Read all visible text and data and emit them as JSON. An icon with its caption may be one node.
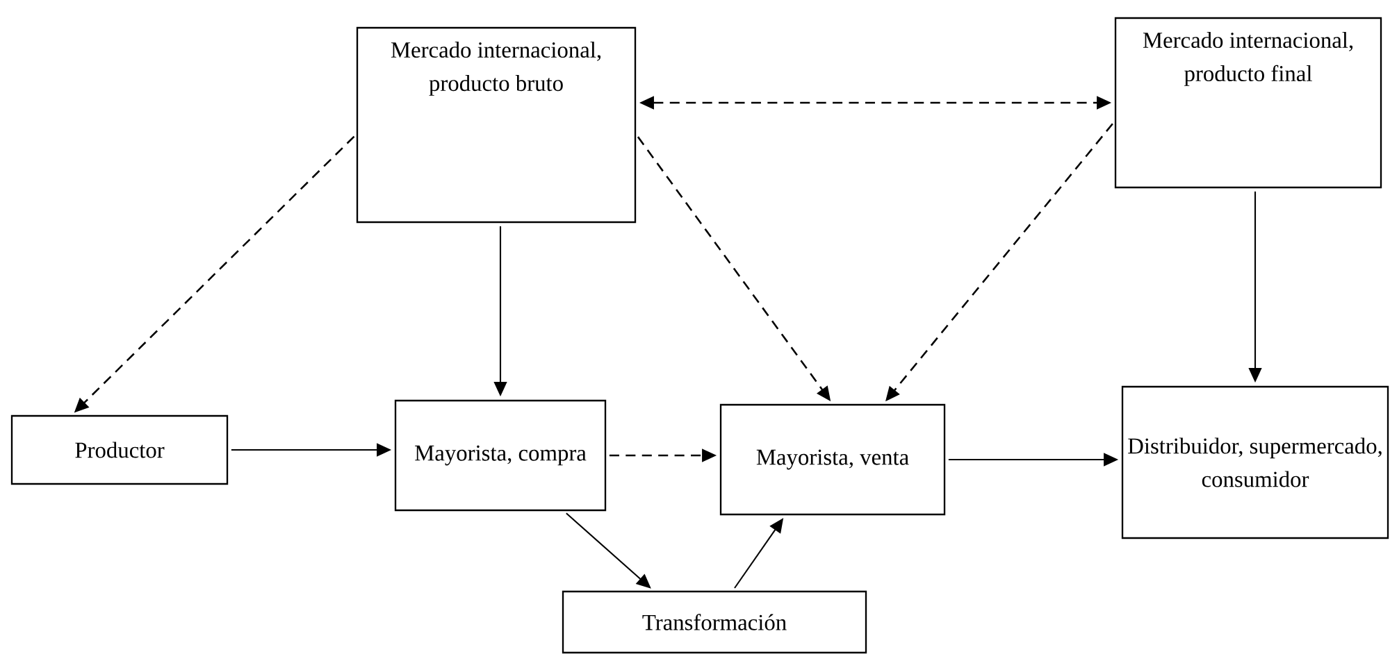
{
  "diagram": {
    "nodes": [
      {
        "text": [
          "Mercado internacional, producto bruto"
        ]
      },
      {
        "text": [
          "Mercado internacional, producto final"
        ]
      },
      {
        "text": [
          "Productor"
        ]
      },
      {
        "text": [
          "Mayorista, compra"
        ]
      },
      {
        "text": [
          "Mayorista, venta"
        ]
      },
      {
        "text": [
          "Distribuidor, supermercado, consumidor"
        ]
      },
      {
        "text": [
          "Transformación"
        ]
      }
    ],
    "edges": [
      {
        "from": 0,
        "to": 2,
        "arrow": "to",
        "style": "dashed"
      },
      {
        "from": 0,
        "to": 1,
        "arrow": "both",
        "style": "dashed"
      },
      {
        "from": 0,
        "to": 3,
        "arrow": "to"
      },
      {
        "from": 0,
        "to": 4,
        "arrow": "to",
        "style": "dashed"
      },
      {
        "from": 1,
        "to": 4,
        "arrow": "to",
        "style": "dashed"
      },
      {
        "from": 1,
        "to": 5,
        "arrow": "to"
      },
      {
        "from": 2,
        "to": 3,
        "arrow": "to"
      },
      {
        "from": 3,
        "to": 4,
        "arrow": "to",
        "style": "dashed"
      },
      {
        "from": 4,
        "to": 5,
        "arrow": "to"
      },
      {
        "from": 3,
        "to": 6,
        "arrow": "to"
      },
      {
        "from": 6,
        "to": 4,
        "arrow": "to"
      }
    ]
  }
}
